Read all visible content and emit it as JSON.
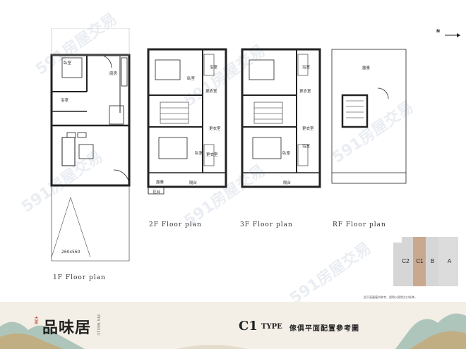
{
  "watermark": "591房屋交易",
  "plans": {
    "f1": {
      "label": "1F Floor plan",
      "rooms": {
        "bedroom": "臥室",
        "kitchen": "廚房",
        "bath": "浴室",
        "parking": "260x560"
      }
    },
    "f2": {
      "label": "2F Floor plan",
      "rooms": {
        "bedroom_top": "臥室",
        "bath_top": "浴室",
        "closet_top": "更衣室",
        "closet_mid": "更衣室",
        "bedroom_bottom": "臥室",
        "closet_bottom": "更衣室",
        "terrace": "露臺",
        "balcony": "陽台",
        "garden": "花台"
      }
    },
    "f3": {
      "label": "3F Floor plan",
      "rooms": {
        "bath_top": "浴室",
        "closet_top": "更衣室",
        "closet_mid": "更衣室",
        "bedroom_bottom": "臥室",
        "bath_bottom": "浴室",
        "balcony": "陽台"
      }
    },
    "rf": {
      "label": "RF Floor plan",
      "rooms": {
        "terrace": "露臺"
      }
    }
  },
  "north": "N",
  "units": [
    "C2",
    "C1",
    "B",
    "A"
  ],
  "highlight_color": "#c9a890",
  "disclaimer": "此平面圖僅供參考，實際以實際交付為準。",
  "footer": {
    "brand": "品味居",
    "brand_small": "大家",
    "brand_en": "PIN WEI JU",
    "type_code": "C1",
    "type_word": "TYPE",
    "type_desc": "傢俱平面配置參考圖"
  }
}
